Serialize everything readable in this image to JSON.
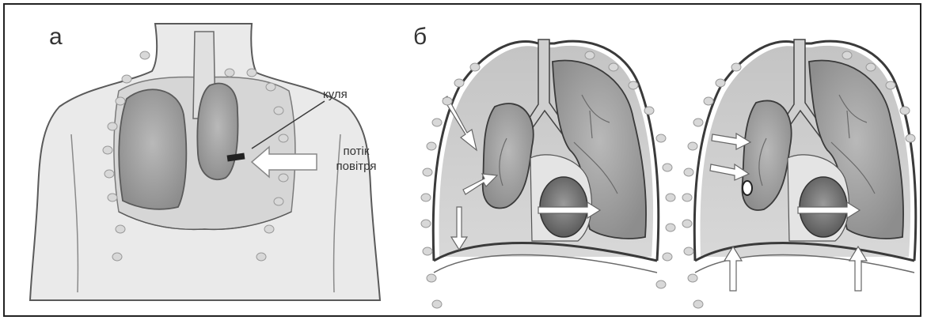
{
  "panels": {
    "a": {
      "letter": "а"
    },
    "b": {
      "letter": "б"
    }
  },
  "annotations": {
    "bullet": "куля",
    "airflow_line1": "потік",
    "airflow_line2": "повітря"
  },
  "colors": {
    "lung": "#a9a9a9",
    "lung_dark": "#8a8a8a",
    "body": "#e6e6e6",
    "outline": "#4a4a4a",
    "cavity": "#d0d0d0"
  }
}
